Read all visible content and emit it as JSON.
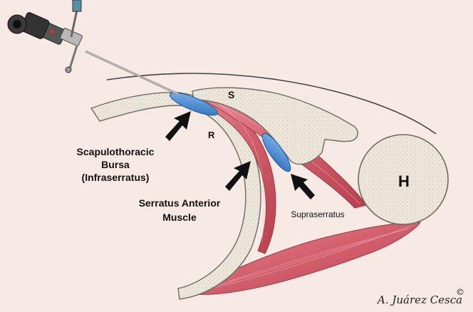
{
  "labels": {
    "scapula": "S",
    "rib": "R",
    "humerus": "H",
    "bursa_line1": "Scapulothoracic",
    "bursa_line2": "Bursa",
    "bursa_line3": "(Infraserratus)",
    "muscle_line1": "Serratus Anterior",
    "muscle_line2": "Muscle",
    "supra": "Supraserratus"
  },
  "signature": {
    "name": "A. Juárez Cesca",
    "symbol": "©"
  },
  "colors": {
    "background": "#f7e9e3",
    "bone": "#ece6da",
    "bone_edge": "#6f6a63",
    "muscle": "#d9707a",
    "muscle_dark": "#b9434f",
    "bursa": "#4a8fd6",
    "arrow": "#111111"
  }
}
